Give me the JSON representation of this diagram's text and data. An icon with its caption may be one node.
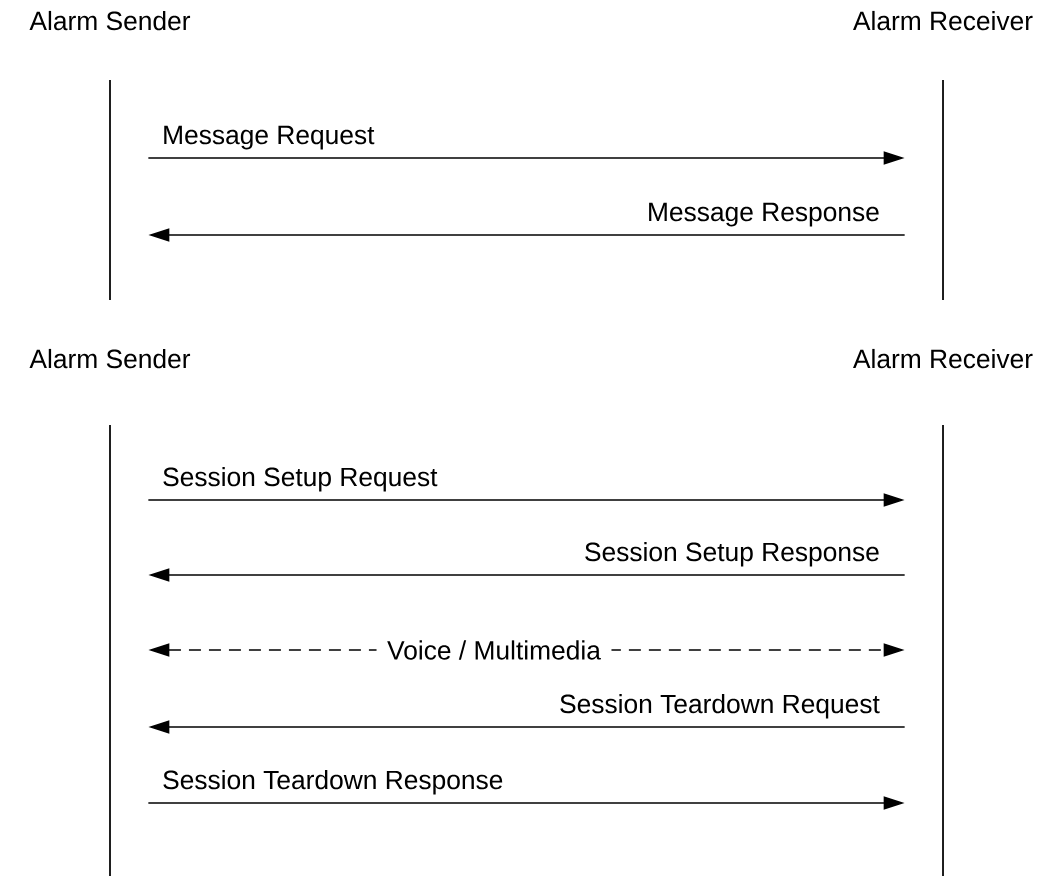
{
  "diagram": {
    "nodes": [
      {
        "text": [
          "Alarm Sender"
        ]
      },
      {
        "text": [
          "Alarm Receiver"
        ]
      },
      {
        "text": [
          "Alarm Sender"
        ]
      },
      {
        "text": [
          "Alarm Receiver"
        ]
      }
    ],
    "edges": [
      {
        "from": 0,
        "to": 1,
        "arrow": "to",
        "label": "Message Request"
      },
      {
        "from": 1,
        "to": 0,
        "arrow": "to",
        "label": "Message Response"
      },
      {
        "from": 2,
        "to": 3,
        "arrow": "to",
        "label": "Session Setup Request"
      },
      {
        "from": 3,
        "to": 2,
        "arrow": "to",
        "label": "Session Setup Response"
      },
      {
        "from": 2,
        "to": 3,
        "arrow": "both",
        "label": "Voice / Multimedia",
        "style": "dashed"
      },
      {
        "from": 3,
        "to": 2,
        "arrow": "to",
        "label": "Session Teardown Request"
      },
      {
        "from": 2,
        "to": 3,
        "arrow": "to",
        "label": "Session Teardown Response"
      }
    ]
  }
}
